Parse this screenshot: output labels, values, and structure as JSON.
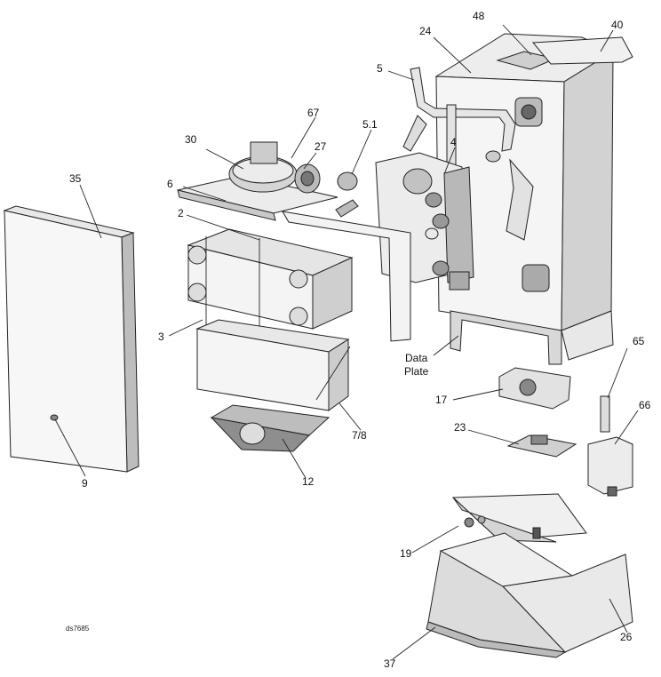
{
  "labels": {
    "p48": "48",
    "p40": "40",
    "p24": "24",
    "p5": "5",
    "p67": "67",
    "p5_1": "5.1",
    "p30": "30",
    "p27": "27",
    "p4": "4",
    "p35": "35",
    "p6": "6",
    "p2": "2",
    "p3": "3",
    "data_plate_1": "Data",
    "data_plate_2": "Plate",
    "p65": "65",
    "p17": "17",
    "p66": "66",
    "p7_8": "7/8",
    "p23": "23",
    "p9": "9",
    "p12": "12",
    "p19": "19",
    "p26": "26",
    "p37": "37",
    "ref": "ds7685"
  },
  "colors": {
    "line": "#222222",
    "fill_light": "#f2f2f2",
    "fill_mid": "#d9d9d9",
    "fill_dark": "#9a9a9a"
  }
}
